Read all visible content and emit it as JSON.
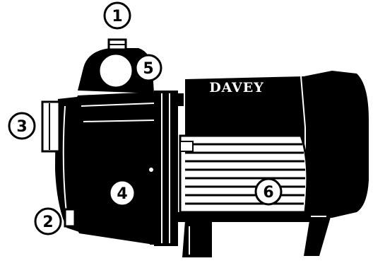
{
  "brand": "DAVEY",
  "callouts": [
    {
      "id": "1",
      "label": "1"
    },
    {
      "id": "2",
      "label": "2"
    },
    {
      "id": "3",
      "label": "3"
    },
    {
      "id": "4",
      "label": "4"
    },
    {
      "id": "5",
      "label": "5"
    },
    {
      "id": "6",
      "label": "6"
    }
  ],
  "colors": {
    "ink": "#000000",
    "paper": "#ffffff"
  }
}
